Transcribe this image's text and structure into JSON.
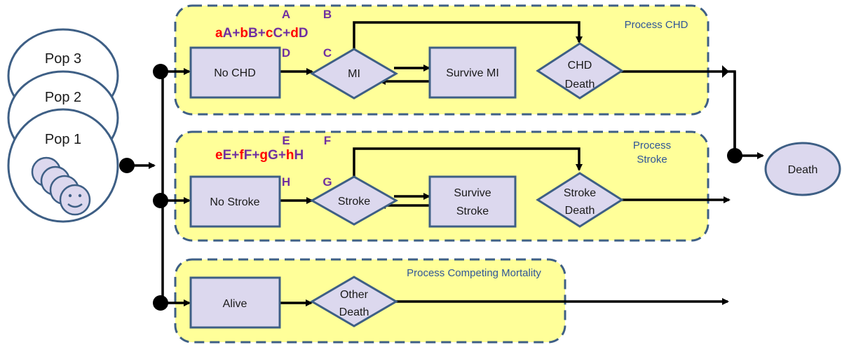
{
  "colors": {
    "panel_fill": "#ffff99",
    "panel_border": "#3e5f85",
    "node_fill": "#dcd8ee",
    "node_border": "#3e5f85",
    "arrow": "#000000",
    "coefficient": "#ff0000",
    "state_letter": "#7030a0",
    "panel_title": "#2f5597"
  },
  "population": {
    "labels": [
      "Pop 3",
      "Pop 2",
      "Pop 1"
    ],
    "person_icon": "smiley-face-icon"
  },
  "processes": {
    "chd": {
      "title": "Process CHD",
      "formula": [
        {
          "t": "a",
          "c": "coef"
        },
        {
          "t": "A",
          "c": "state"
        },
        {
          "t": "+",
          "c": "state"
        },
        {
          "t": "b",
          "c": "coef"
        },
        {
          "t": "B",
          "c": "state"
        },
        {
          "t": "+",
          "c": "state"
        },
        {
          "t": "c",
          "c": "coef"
        },
        {
          "t": "C",
          "c": "state"
        },
        {
          "t": "+",
          "c": "state"
        },
        {
          "t": "d",
          "c": "coef"
        },
        {
          "t": "D",
          "c": "state"
        }
      ],
      "labels": {
        "first": "A",
        "second": "B",
        "third": "D",
        "fourth": "C"
      },
      "start": "No CHD",
      "event": "MI",
      "survive": "Survive MI",
      "death_line1": "CHD",
      "death_line2": "Death"
    },
    "stroke": {
      "title_line1": "Process",
      "title_line2": "Stroke",
      "formula": [
        {
          "t": "e",
          "c": "coef"
        },
        {
          "t": "E",
          "c": "state"
        },
        {
          "t": "+",
          "c": "state"
        },
        {
          "t": "f",
          "c": "coef"
        },
        {
          "t": "F",
          "c": "state"
        },
        {
          "t": "+",
          "c": "state"
        },
        {
          "t": "g",
          "c": "coef"
        },
        {
          "t": "G",
          "c": "state"
        },
        {
          "t": "+",
          "c": "state"
        },
        {
          "t": "h",
          "c": "coef"
        },
        {
          "t": "H",
          "c": "state"
        }
      ],
      "labels": {
        "first": "E",
        "second": "F",
        "third": "H",
        "fourth": "G"
      },
      "start": "No Stroke",
      "event": "Stroke",
      "survive_line1": "Survive",
      "survive_line2": "Stroke",
      "death_line1": "Stroke",
      "death_line2": "Death"
    },
    "competing": {
      "title": "Process Competing Mortality",
      "start": "Alive",
      "death_line1": "Other",
      "death_line2": "Death"
    }
  },
  "death": "Death"
}
